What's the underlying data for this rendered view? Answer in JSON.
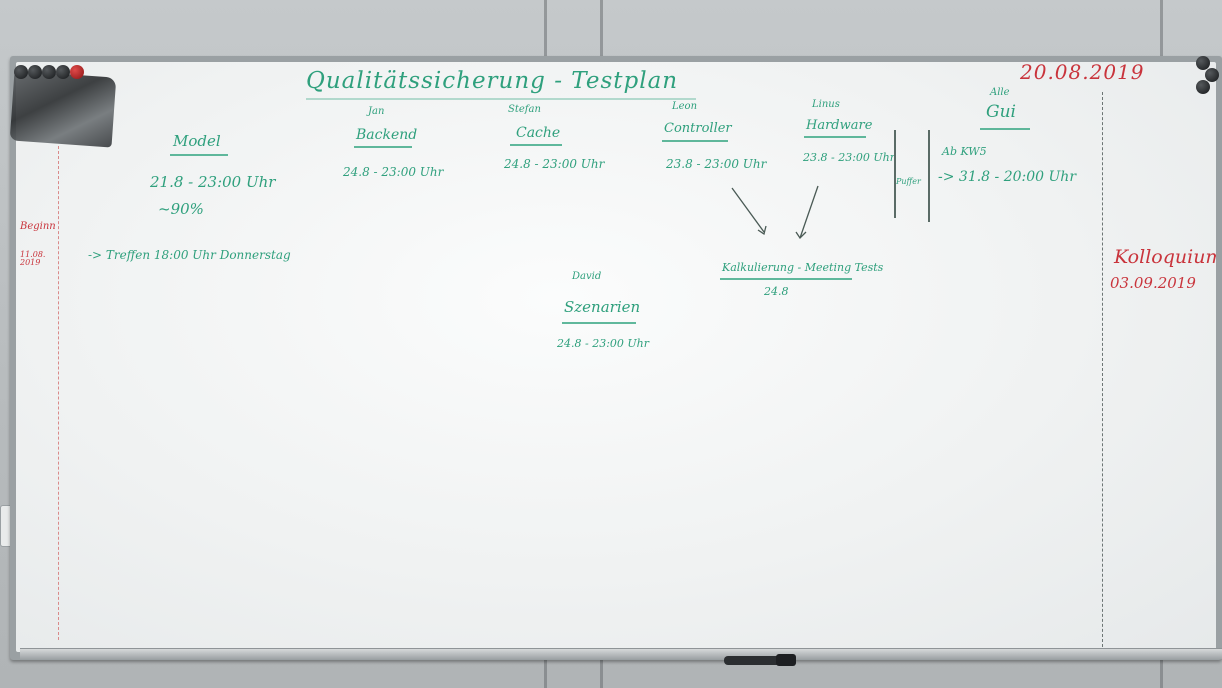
{
  "board": {
    "date": "20.08.2019",
    "title": "Qualitätssicherung - Testplan",
    "columns": [
      {
        "person": "",
        "topic": "Model",
        "deadline": "21.8 - 23:00 Uhr",
        "note": "~90%"
      },
      {
        "person": "Jan",
        "topic": "Backend",
        "deadline": "24.8 - 23:00 Uhr",
        "note": ""
      },
      {
        "person": "Stefan",
        "topic": "Cache",
        "deadline": "24.8 - 23:00 Uhr",
        "note": ""
      },
      {
        "person": "Leon",
        "topic": "Controller",
        "deadline": "23.8 - 23:00 Uhr",
        "note": ""
      },
      {
        "person": "Linus",
        "topic": "Hardware",
        "deadline": "23.8 - 23:00 Uhr",
        "note": ""
      },
      {
        "person": "Alle",
        "topic": "Gui",
        "deadline": "-> 31.8 - 20:00 Uhr",
        "note": "Ab KW5"
      }
    ],
    "buffer_label": "Puffer",
    "begin_label": "Beginn",
    "begin_date": "11.08. 2019",
    "meeting_note": "-> Treffen 18:00 Uhr Donnerstag",
    "scenario": {
      "person": "David",
      "topic": "Szenarien",
      "deadline": "24.8 - 23:00 Uhr"
    },
    "merge": {
      "label": "Kalkulierung - Meeting Tests",
      "date": "24.8"
    },
    "kolloquium": {
      "label": "Kolloquium",
      "date": "03.09.2019"
    }
  },
  "colors": {
    "marker_green": "#2fa07d",
    "marker_red": "#c9343c",
    "board_white": "#f4f6f6"
  }
}
